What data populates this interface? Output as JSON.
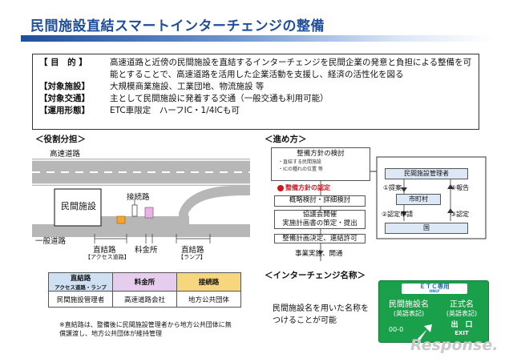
{
  "title": "民間施設直結スマートインターチェンジの整備",
  "purpose_rows": [
    {
      "key": "【 目　的 】",
      "value": "高速道路と近傍の民間施設を直結するインターチェンジを民間企業の発意と負担による整備を可能とすることで、高速道路を活用した企業活動を支援し、経済の活性化を図る"
    },
    {
      "key": "【対象施設】",
      "value": "大規模商業施設、工業団地、物流施設 等"
    },
    {
      "key": "【対象交通】",
      "value": "主として民間施設に発着する交通（一般交通も利用可能）"
    },
    {
      "key": "【運用形態】",
      "value": "ETC車限定　ハーフIC・1/4ICも可"
    }
  ],
  "roles": {
    "heading": "＜役割分担＞",
    "expressway": "高速道路",
    "facility": "民間施設",
    "connector": "接続路",
    "general_road": "一般道路",
    "dim_labels": [
      {
        "label": "直結路",
        "sub": "【アクセス道路】"
      },
      {
        "label": "料金所",
        "sub": ""
      },
      {
        "label": "直結路",
        "sub": "【ランプ】"
      }
    ]
  },
  "table": {
    "headers": [
      {
        "label": "直結路",
        "sub": "アクセス道路・ランプ",
        "color": "#cfe0f3"
      },
      {
        "label": "料金所",
        "sub": "",
        "color": "#e6cdee"
      },
      {
        "label": "接続路",
        "sub": "",
        "color": "#f7d77e"
      }
    ],
    "cells": [
      "民間施設管理者",
      "高速道路会社",
      "地方公共団体"
    ]
  },
  "note": "※直結路は、整備後に民間施設管理者から地方公共団体に無償譲渡し、地方公共団体が維持管理",
  "process": {
    "heading": "＜進め方＞",
    "step1": "整備方針の検討",
    "step1_items": [
      "・直結する民間施設",
      "・ICの種れの位置 等"
    ],
    "approval": "整備方針の認定",
    "steps": [
      "概略検討・詳細検討",
      "協議会開催\n実施計画書の策定・提出",
      "整備計画決定、連結許可",
      "事業実施、開通"
    ]
  },
  "approval_flow": {
    "manager": "民間施設管理者",
    "city": "市町村",
    "nation": "国",
    "step1": "①提案",
    "step2": "②認定申請",
    "step3": "③認定",
    "step4": "④報告"
  },
  "ic_name": {
    "heading": "＜インターチェンジ名称＞",
    "text": "民間施設名を用いた名称を\nつけることが可能"
  },
  "etc_sign": {
    "header": "ＥＴＣ専用",
    "header_sub": "ONLY",
    "name_left": "民間施設名",
    "name_left_sub": "(英語表記)",
    "name_right": "正式名",
    "name_right_sub": "(英語表記)",
    "number": "00-0",
    "exit": "出　口",
    "exit_en": "EXIT"
  },
  "watermark": "Response."
}
